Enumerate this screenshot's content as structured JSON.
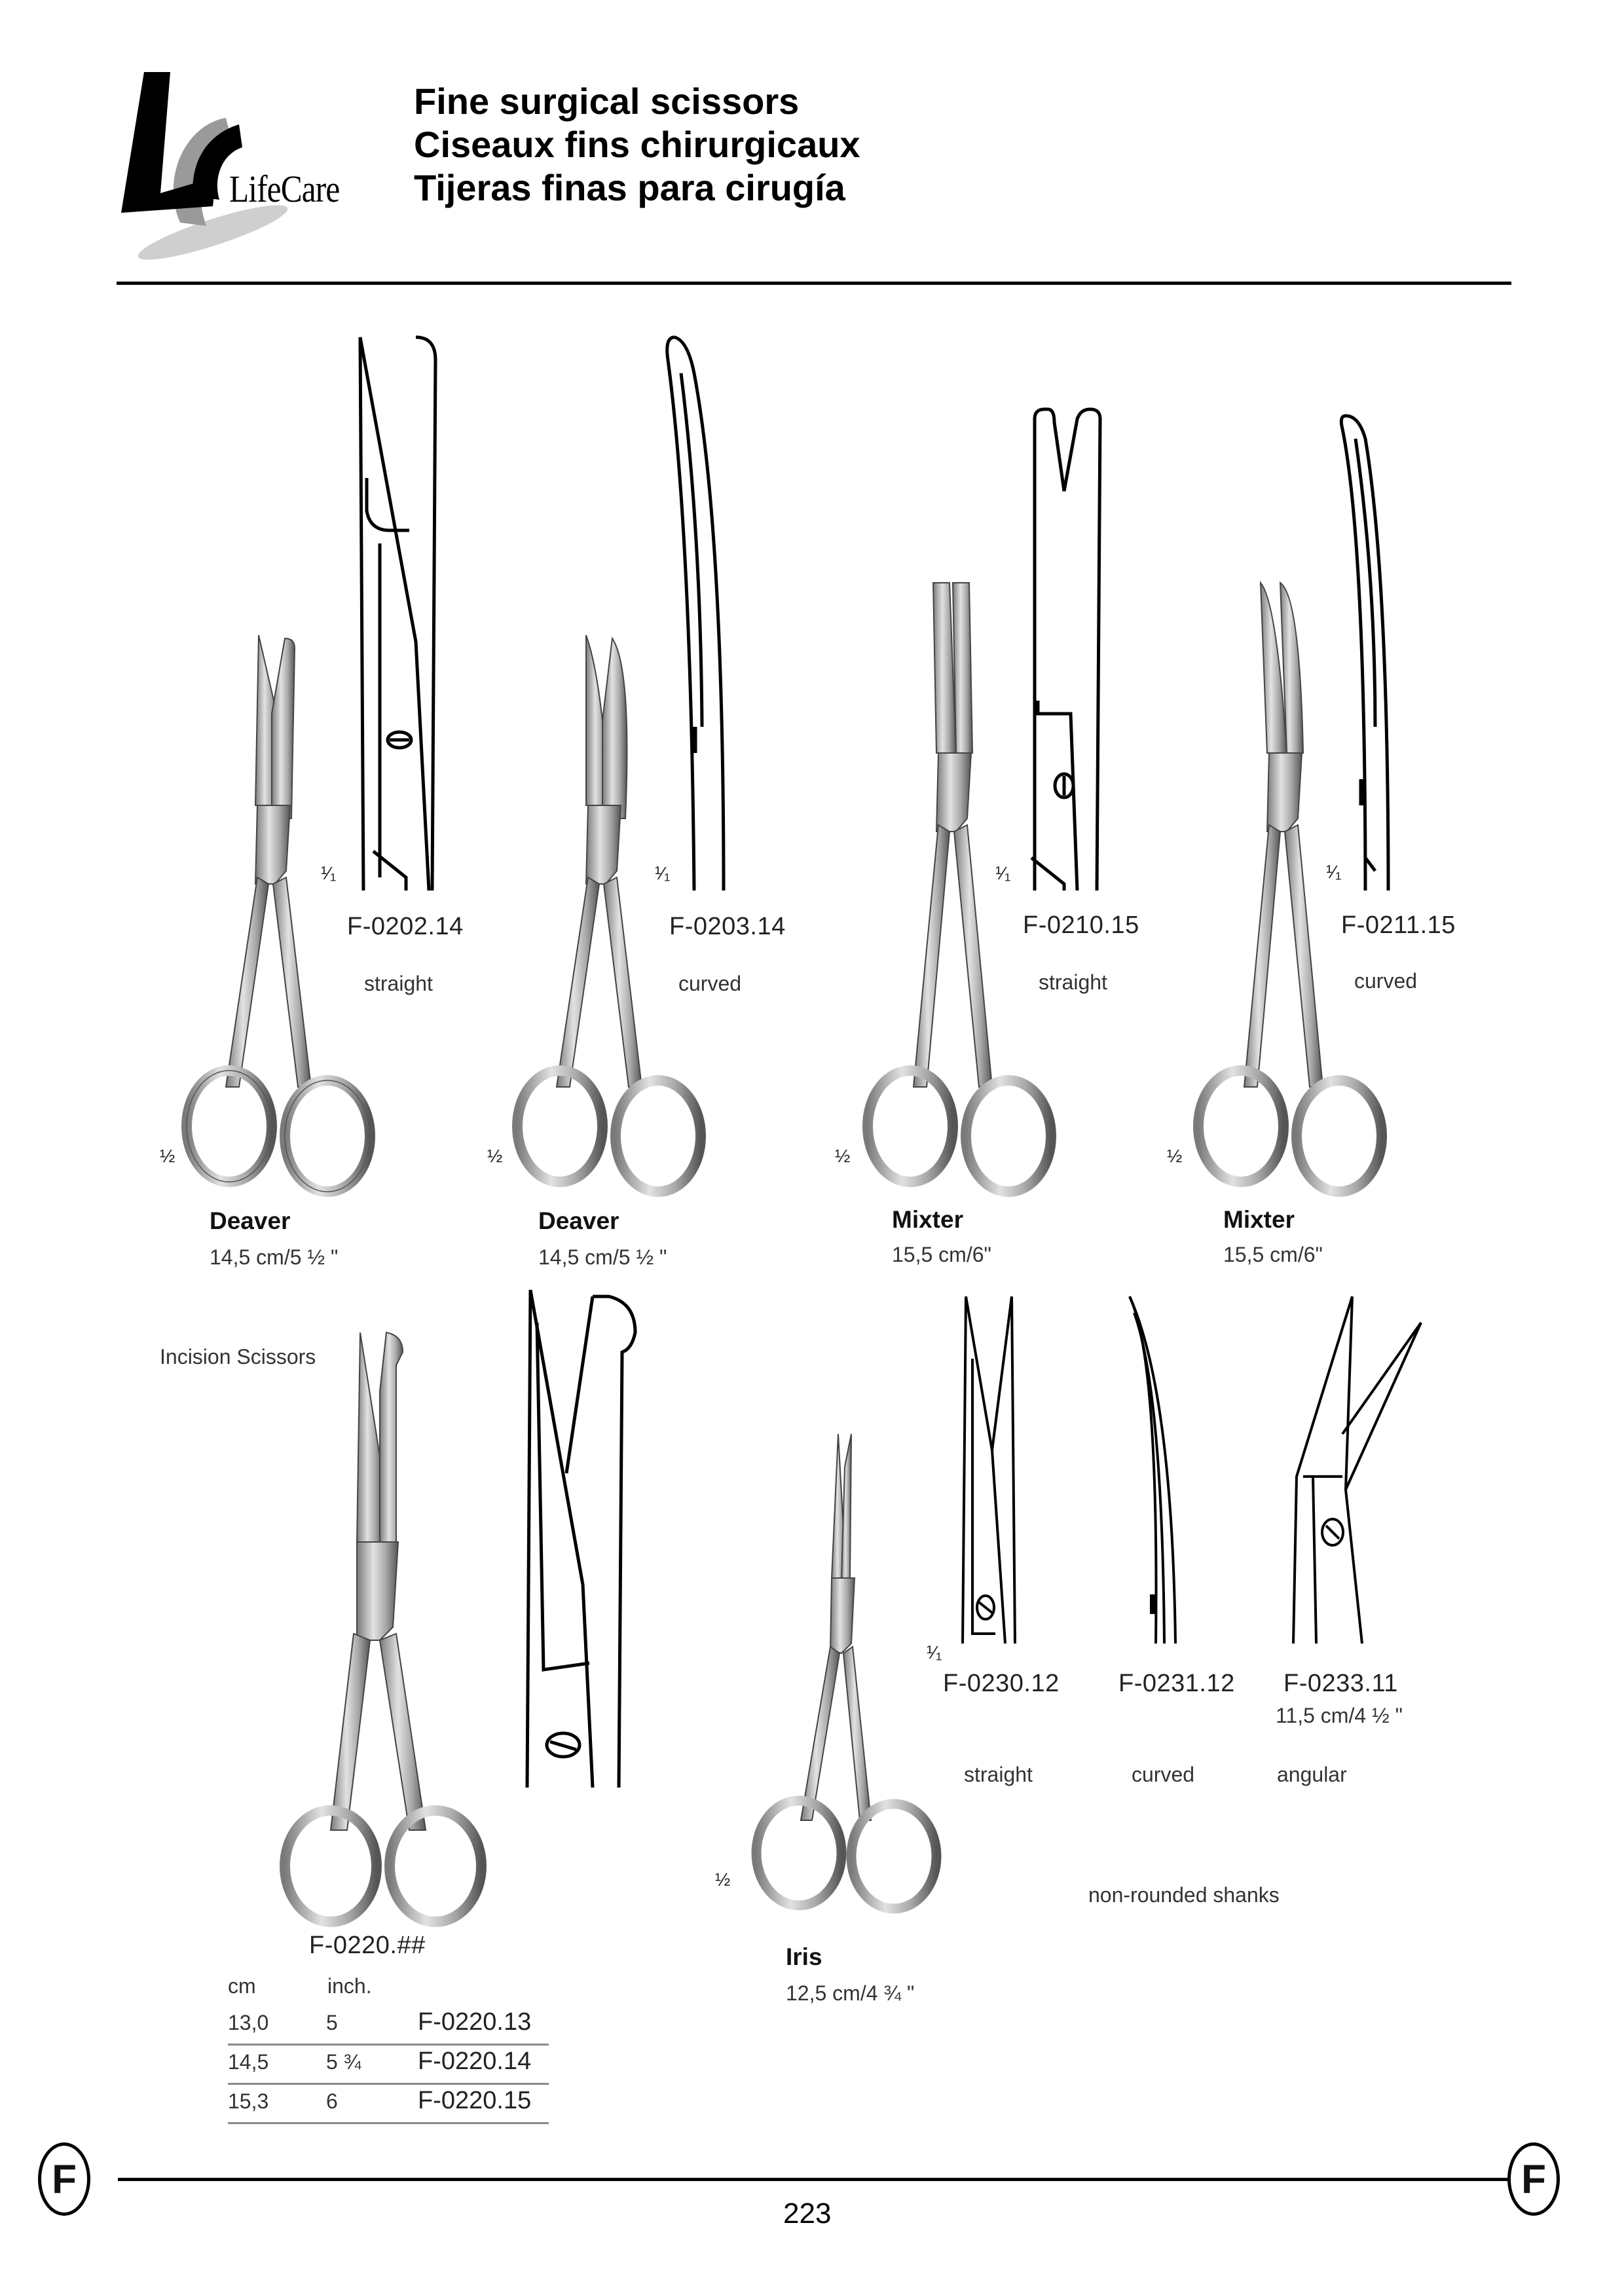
{
  "header": {
    "brand": "LifeCare",
    "title_lines": [
      "Fine surgical scissors",
      "Ciseaux fins chirurgicaux",
      "Tijeras finas para cirugía"
    ]
  },
  "row1": {
    "products": [
      {
        "name": "Deaver",
        "size": "14,5 cm/5 ½ \"",
        "code": "F-0202.14",
        "variant": "straight",
        "scale_photo": "½",
        "scale_detail": "¹⁄₁"
      },
      {
        "name": "Deaver",
        "size": "14,5 cm/5 ½ \"",
        "code": "F-0203.14",
        "variant": "curved",
        "scale_photo": "½",
        "scale_detail": "¹⁄₁"
      },
      {
        "name": "Mixter",
        "size": "15,5 cm/6\"",
        "code": "F-0210.15",
        "variant": "straight",
        "scale_photo": "½",
        "scale_detail": "¹⁄₁"
      },
      {
        "name": "Mixter",
        "size": "15,5 cm/6\"",
        "code": "F-0211.15",
        "variant": "curved",
        "scale_photo": "½",
        "scale_detail": "¹⁄₁"
      }
    ]
  },
  "incision": {
    "label": "Incision Scissors",
    "code": "F-0220.##",
    "table": {
      "headers": [
        "cm",
        "inch."
      ],
      "rows": [
        {
          "cm": "13,0",
          "inch": "5",
          "code": "F-0220.13"
        },
        {
          "cm": "14,5",
          "inch": "5 ¾",
          "code": "F-0220.14"
        },
        {
          "cm": "15,3",
          "inch": "6",
          "code": "F-0220.15"
        }
      ]
    }
  },
  "iris": {
    "name": "Iris",
    "size": "12,5 cm/4 ¾ \"",
    "scale_photo": "½",
    "scale_detail": "¹⁄₁",
    "note": "non-rounded shanks",
    "variants": [
      {
        "code": "F-0230.12",
        "variant": "straight"
      },
      {
        "code": "F-0231.12",
        "variant": "curved"
      },
      {
        "code": "F-0233.11",
        "variant": "angular",
        "size": "11,5 cm/4 ½ \""
      }
    ]
  },
  "footer": {
    "section_letter": "F",
    "page_number": "223"
  }
}
